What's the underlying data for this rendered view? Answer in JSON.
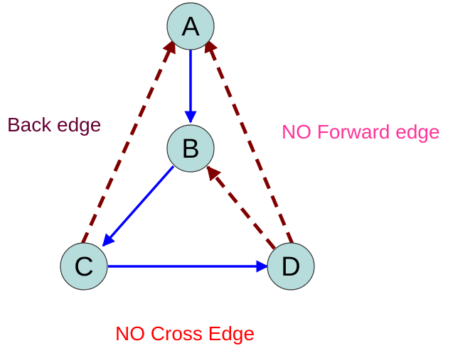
{
  "nodes": [
    {
      "id": "A",
      "label": "A"
    },
    {
      "id": "B",
      "label": "B"
    },
    {
      "id": "C",
      "label": "C"
    },
    {
      "id": "D",
      "label": "D"
    }
  ],
  "edges": [
    {
      "from": "A",
      "to": "B",
      "kind": "tree"
    },
    {
      "from": "B",
      "to": "C",
      "kind": "tree"
    },
    {
      "from": "C",
      "to": "D",
      "kind": "tree"
    },
    {
      "from": "C",
      "to": "A",
      "kind": "back"
    },
    {
      "from": "D",
      "to": "A",
      "kind": "back"
    },
    {
      "from": "D",
      "to": "B",
      "kind": "back"
    }
  ],
  "annotations": {
    "back_edge": "Back edge",
    "no_forward_edge": "NO Forward edge",
    "no_cross_edge": "NO Cross Edge"
  },
  "colors": {
    "node_fill": "#b7dcdc",
    "node_stroke": "#333333",
    "tree_edge": "#0000ff",
    "back_edge": "#800000",
    "back_edge_label": "#660033",
    "forward_edge_label": "#ff3399",
    "cross_edge_label": "#ff0000"
  }
}
